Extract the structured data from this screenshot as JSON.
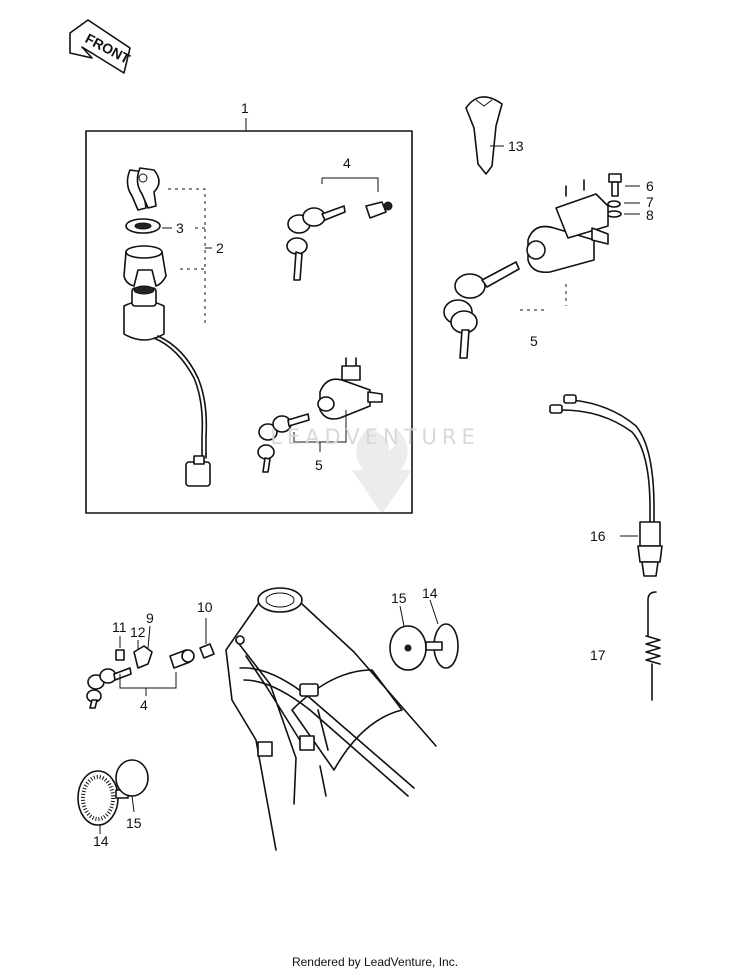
{
  "front_arrow": {
    "label": "FRONT"
  },
  "watermark": {
    "text": "LEADVENTURE"
  },
  "footer": {
    "text": "Rendered by LeadVenture, Inc."
  },
  "callouts": {
    "c1": "1",
    "c2": "2",
    "c3": "3",
    "c4a": "4",
    "c4b": "4",
    "c5a": "5",
    "c5b": "5",
    "c6": "6",
    "c7": "7",
    "c8": "8",
    "c9": "9",
    "c10": "10",
    "c11": "11",
    "c12": "12",
    "c13": "13",
    "c14a": "14",
    "c14b": "14",
    "c15a": "15",
    "c15b": "15",
    "c16": "16",
    "c17": "17"
  }
}
